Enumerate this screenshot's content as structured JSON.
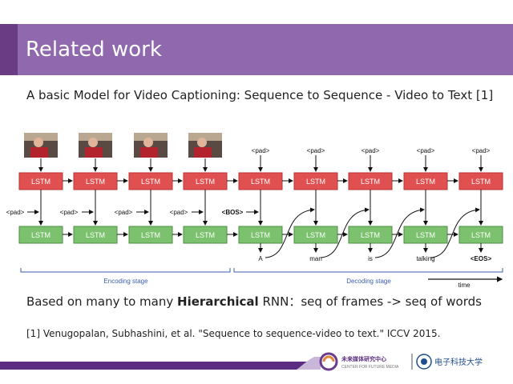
{
  "slide": {
    "title": "Related work",
    "subtitle": "A basic Model for Video Captioning: Sequence to Sequence - Video to Text [1]",
    "description": {
      "prefix": "Based on many to many ",
      "bold1": "Hierarchical",
      "middle": " RNN",
      "suffix": "：seq of frames -> seq of words"
    },
    "citation": "[1] Venugopalan, Subhashini, et al. \"Sequence to sequence-video to text.\" ICCV 2015."
  },
  "diagram": {
    "lstm_label": "LSTM",
    "top_inputs": [
      "<pad>",
      "<pad>",
      "<pad>",
      "<pad>",
      "<pad>"
    ],
    "bottom_inputs": [
      "<pad>",
      "<pad>",
      "<pad>",
      "<pad>",
      "<BOS>"
    ],
    "outputs": [
      "A",
      "man",
      "is",
      "talking",
      "<EOS>"
    ],
    "encoding_label": "Encoding stage",
    "decoding_label": "Decoding stage",
    "time_label": "time"
  },
  "logos": {
    "center_name": "未来媒体研究中心",
    "center_name_en": "CENTER FOR FUTURE MEDIA",
    "university": "电子科技大学"
  },
  "colors": {
    "title_bar": "#8f68ad",
    "lstm_top": "#e05050",
    "lstm_bottom": "#7cc16e",
    "bottom_bar": "#5b2d80"
  }
}
